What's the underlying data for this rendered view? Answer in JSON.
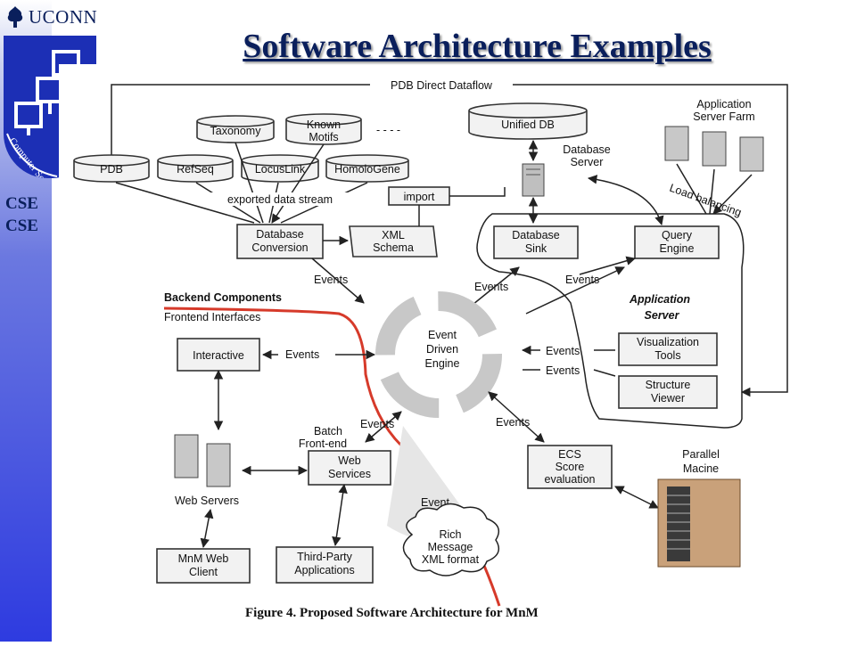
{
  "header": {
    "logo_text": "UCONN",
    "course_lines": [
      "CSE",
      "CSE"
    ]
  },
  "slide": {
    "title": "Software Architecture Examples"
  },
  "diagram": {
    "direct_dataflow": "PDB Direct Dataflow",
    "sources": [
      "PDB",
      "RefSeq",
      "LocusLink",
      "HomoloGene"
    ],
    "taxonomy": "Taxonomy",
    "known_motifs": [
      "Known",
      "Motifs"
    ],
    "ellipsis": "- - - -",
    "exported": "exported data stream",
    "import": "import",
    "db_conversion": [
      "Database",
      "Conversion"
    ],
    "xml_schema": [
      "XML",
      "Schema"
    ],
    "unified_db": "Unified DB",
    "database_server": [
      "Database",
      "Server"
    ],
    "app_server_farm": [
      "Application",
      "Server Farm"
    ],
    "load_balancing": "Load balancing",
    "database_sink": [
      "Database",
      "Sink"
    ],
    "query_engine": [
      "Query",
      "Engine"
    ],
    "application_server": [
      "Application",
      "Server"
    ],
    "events": "Events",
    "backend": "Backend Components",
    "frontend": "Frontend Interfaces",
    "engine": [
      "Event",
      "Driven",
      "Engine"
    ],
    "interactive": "Interactive",
    "visualization": [
      "Visualization",
      "Tools"
    ],
    "structure_viewer": [
      "Structure",
      "Viewer"
    ],
    "batch": [
      "Batch",
      "Front-end"
    ],
    "web_services": [
      "Web",
      "Services"
    ],
    "web_servers": "Web Servers",
    "ecs": [
      "ECS",
      "Score",
      "evaluation"
    ],
    "parallel": [
      "Parallel",
      "Macine"
    ],
    "event": "Event",
    "rich_message": [
      "Rich",
      "Message",
      "XML format"
    ],
    "mnm_client": [
      "MnM Web",
      "Client"
    ],
    "third_party": [
      "Third-Party",
      "Applications"
    ],
    "caption": "Figure 4. Proposed Software Architecture for MnM"
  }
}
